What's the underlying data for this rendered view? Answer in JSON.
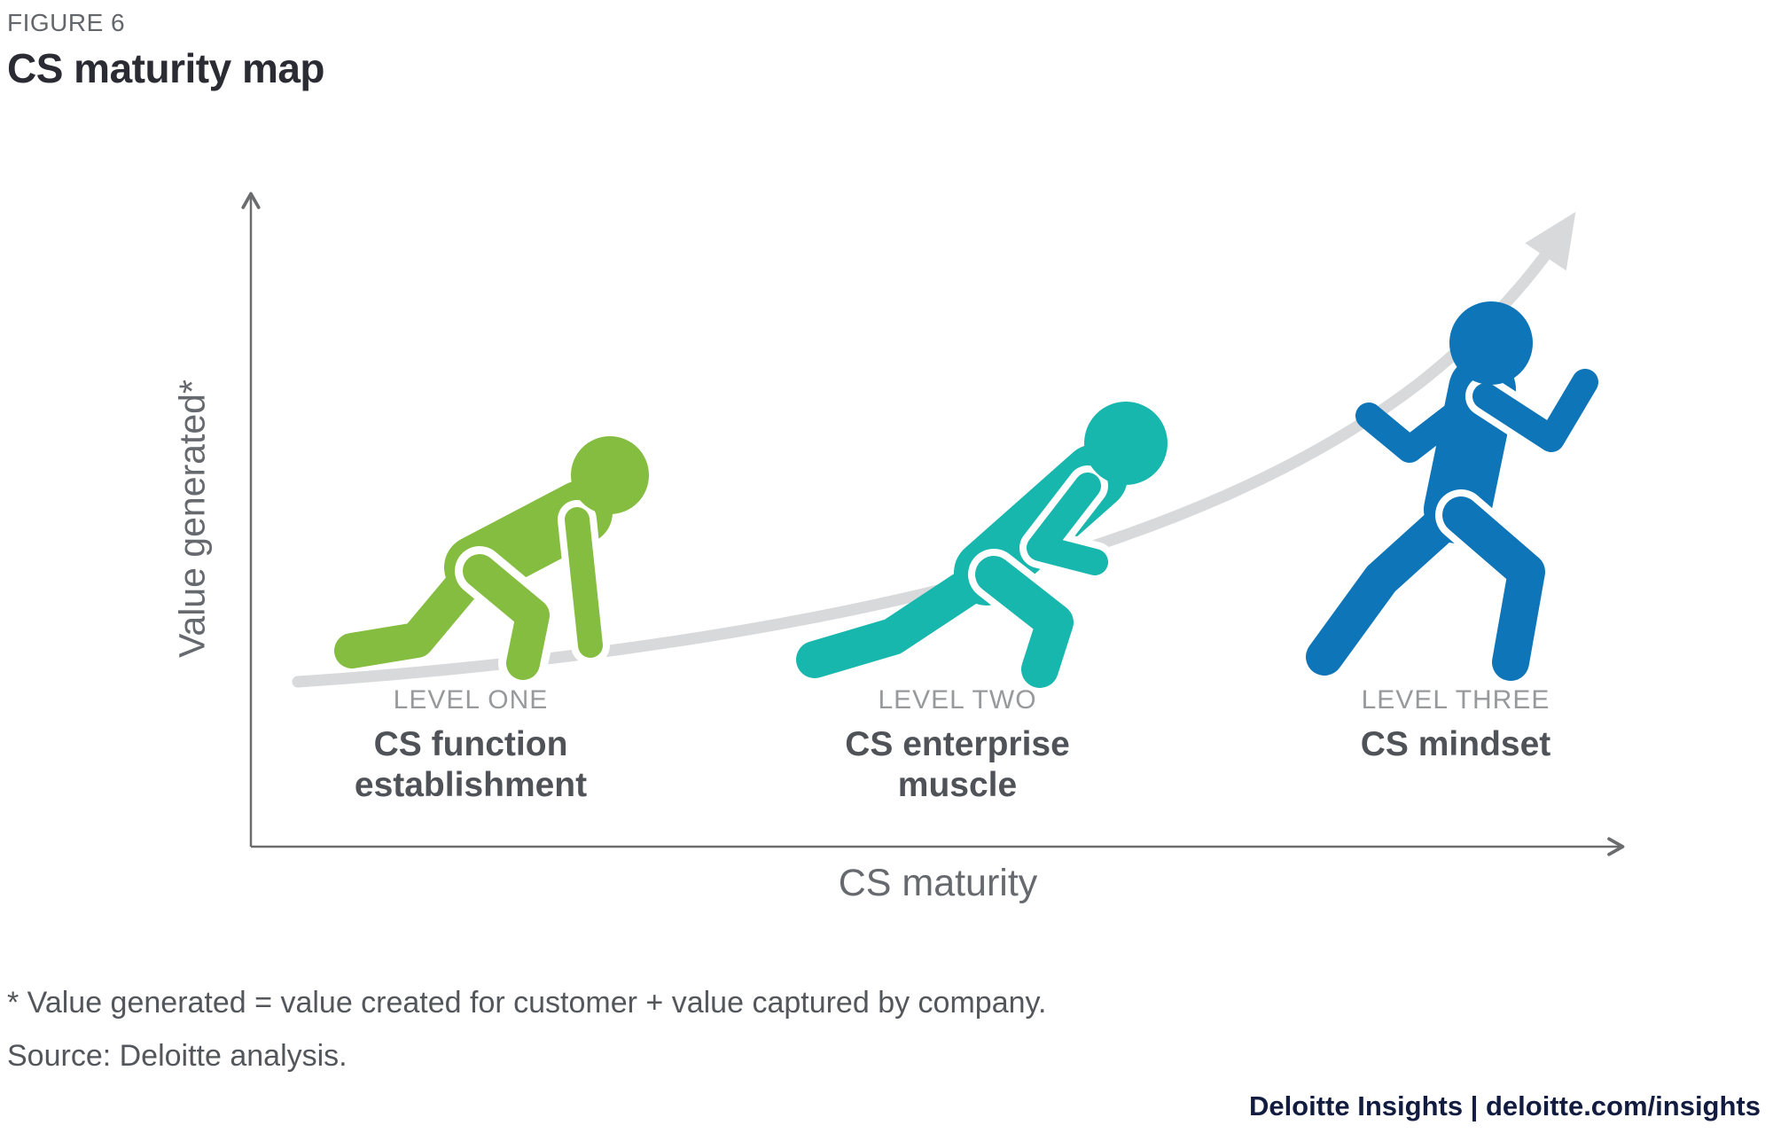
{
  "figure": {
    "eyebrow": "FIGURE 6",
    "title": "CS maturity map"
  },
  "axes": {
    "y_label": "Value generated*",
    "x_label": "CS maturity"
  },
  "levels": [
    {
      "label": "LEVEL ONE",
      "name": "CS function establishment",
      "color": "#84bd3f",
      "icon": "crouching-person"
    },
    {
      "label": "LEVEL TWO",
      "name": "CS enterprise muscle",
      "color": "#18b7ae",
      "icon": "sprint-start-person"
    },
    {
      "label": "LEVEL THREE",
      "name": "CS mindset",
      "color": "#0e76b8",
      "icon": "running-person"
    }
  ],
  "diagram": {
    "type": "maturity-curve",
    "curve_color": "#d8d9da",
    "axis_color": "#6a6c6e"
  },
  "footnotes": {
    "asterisk": "* Value generated = value created for customer + value captured by company.",
    "source": "Source: Deloitte analysis."
  },
  "branding": {
    "text": "Deloitte Insights | deloitte.com/insights",
    "color": "#121b40"
  }
}
